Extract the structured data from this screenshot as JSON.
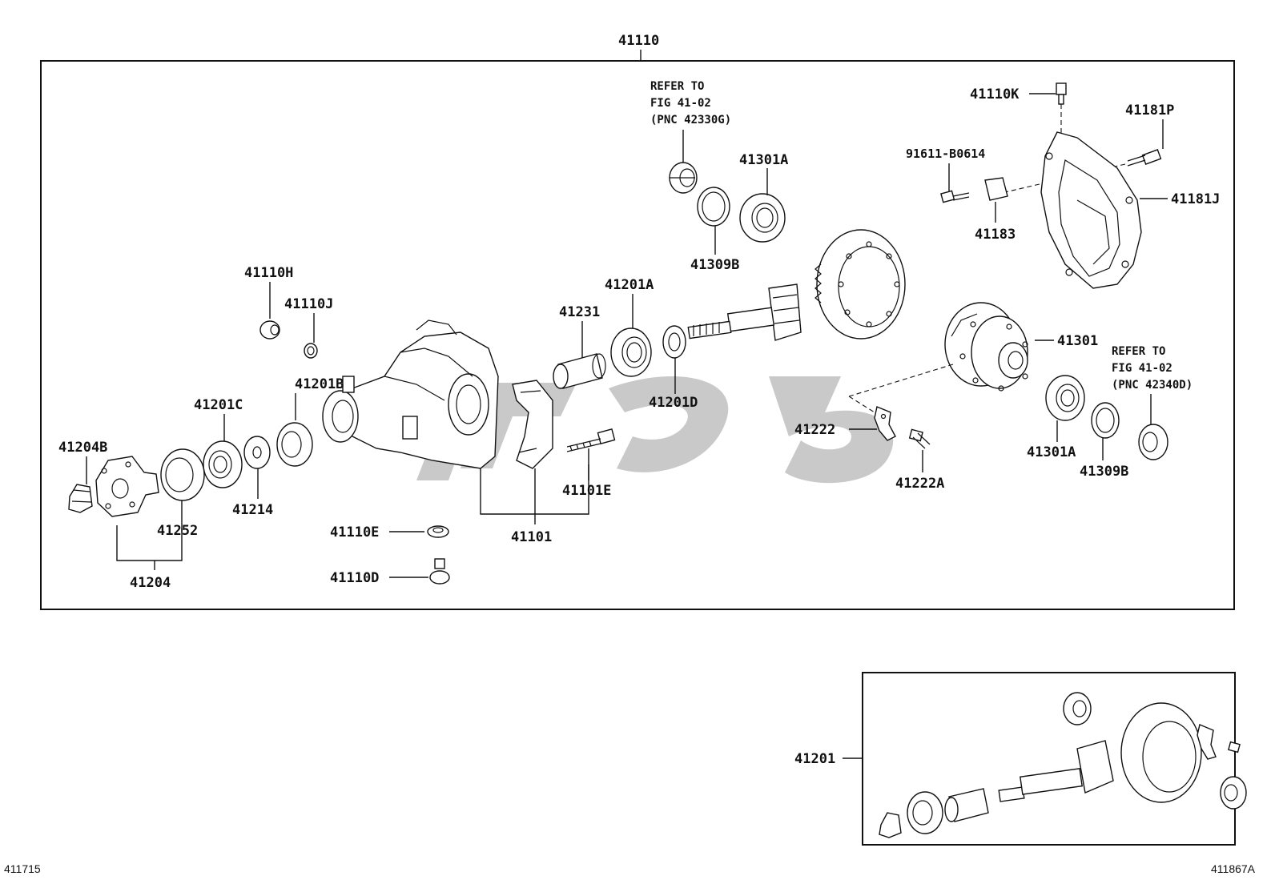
{
  "labels": {
    "p41110": "41110",
    "p41110K": "41110K",
    "p41181P": "41181P",
    "p91611": "91611-B0614",
    "p41181J": "41181J",
    "p41183": "41183",
    "p41301A_top": "41301A",
    "p41309B_top": "41309B",
    "p41110H": "41110H",
    "p41110J": "41110J",
    "p41201A": "41201A",
    "p41231": "41231",
    "p41201D": "41201D",
    "p41301": "41301",
    "p41201B": "41201B",
    "p41201C": "41201C",
    "p41204B": "41204B",
    "p41252": "41252",
    "p41214": "41214",
    "p41204": "41204",
    "p41101E": "41101E",
    "p41101": "41101",
    "p41110E": "41110E",
    "p41110D": "41110D",
    "p41222": "41222",
    "p41222A": "41222A",
    "p41301A_right": "41301A",
    "p41309B_right": "41309B",
    "p41201": "41201"
  },
  "notes": {
    "top": [
      "REFER TO",
      "FIG 41-02",
      "(PNC 42330G)"
    ],
    "right": [
      "REFER TO",
      "FIG 41-02",
      "(PNC 42340D)"
    ]
  },
  "codes": {
    "bottom_left": "411715",
    "bottom_right": "411867A"
  }
}
